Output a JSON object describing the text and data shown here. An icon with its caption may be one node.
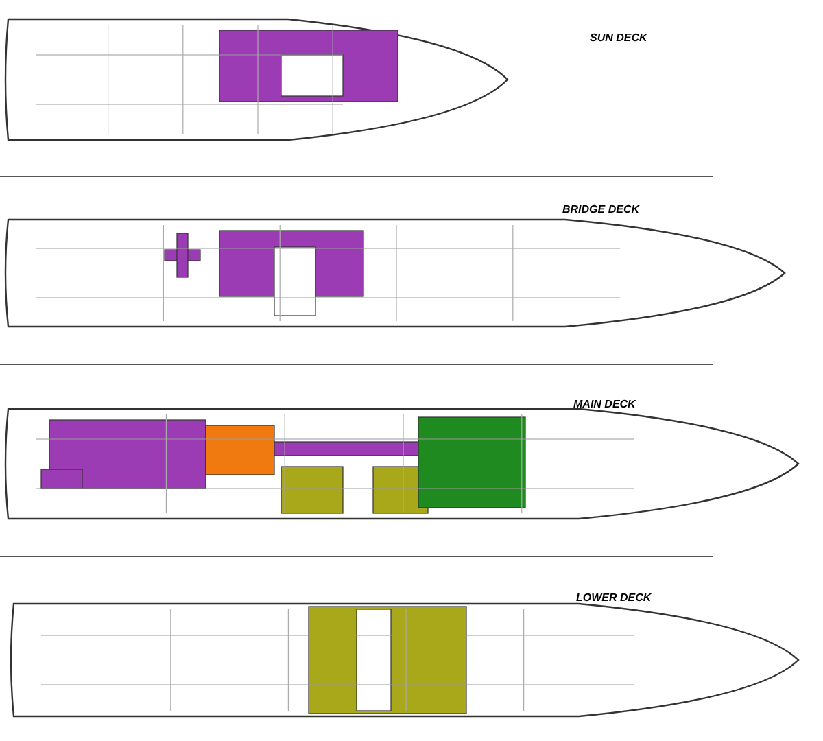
{
  "diagram": {
    "labels": [
      "SUN DECK",
      "BRIDGE DECK",
      "MAIN DECK",
      "LOWER DECK"
    ]
  }
}
